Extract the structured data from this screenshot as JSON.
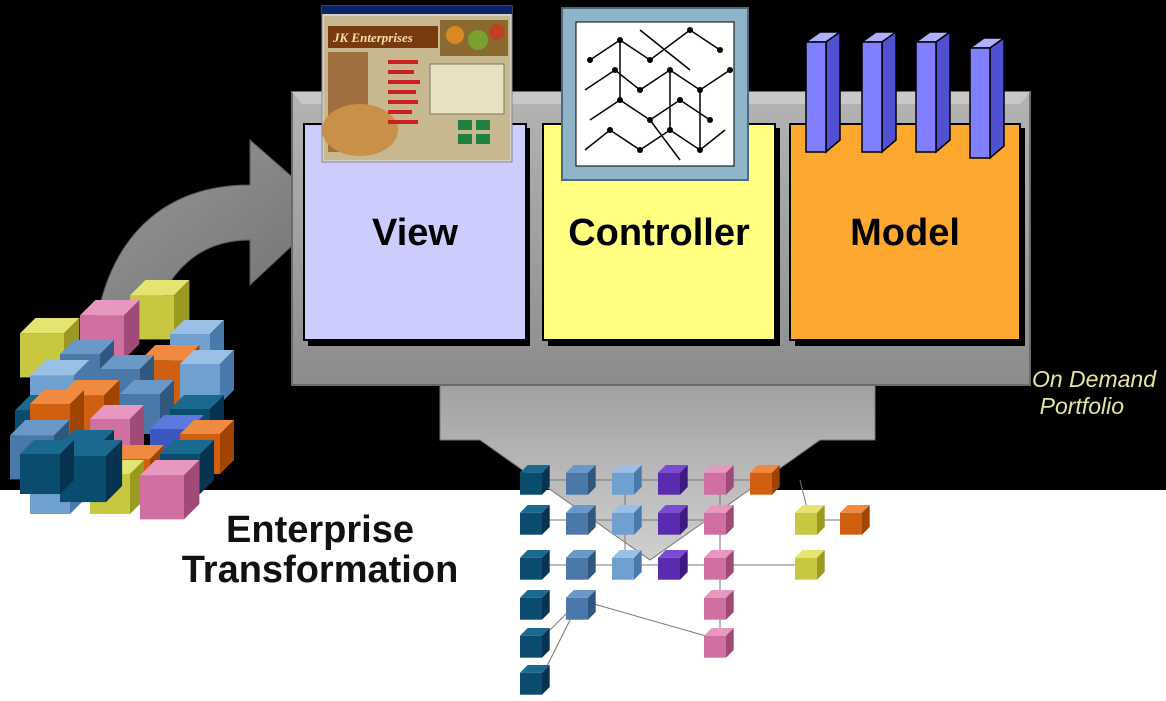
{
  "panels": {
    "view": "View",
    "controller": "Controller",
    "model": "Model"
  },
  "caption_on_demand": {
    "line1": "On Demand",
    "line2": "Portfolio"
  },
  "caption_enterprise": {
    "line1": "Enterprise",
    "line2": "Transformation"
  },
  "colors": {
    "background_top": "#000000",
    "background_bottom": "#ffffff",
    "view_panel": "#ccccff",
    "controller_panel": "#ffff80",
    "model_panel": "#ffa830",
    "frame_gray": "#a8a8a8",
    "pillar_blue": "#7f7fff",
    "caption_text": "#e8e4a0"
  },
  "screenshot_thumbnail": {
    "title": "JK Enterprises"
  }
}
